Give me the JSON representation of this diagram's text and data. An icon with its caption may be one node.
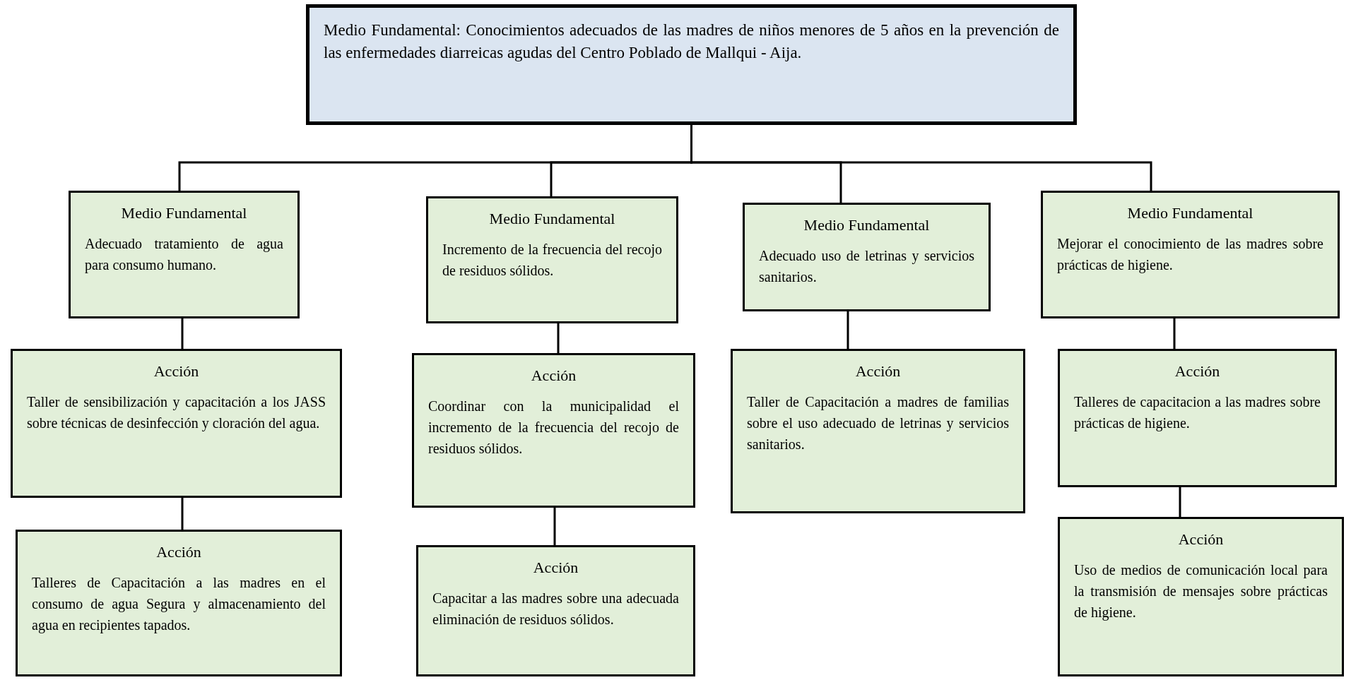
{
  "diagram": {
    "nodes": [
      {
        "text": [
          "Medio Fundamental: Conocimientos adecuados de las madres de niños menores de 5 años en la prevención de las enfermedades diarreicas agudas del Centro Poblado de Mallqui - Aija."
        ]
      },
      {
        "text": [
          "Medio Fundamental",
          "Adecuado tratamiento de agua para consumo humano."
        ]
      },
      {
        "text": [
          "Medio Fundamental",
          "Incremento de la frecuencia del recojo de residuos sólidos."
        ]
      },
      {
        "text": [
          "Medio Fundamental",
          "Adecuado uso de letrinas y servicios sanitarios."
        ]
      },
      {
        "text": [
          "Medio Fundamental",
          "Mejorar el conocimiento de las madres sobre prácticas de higiene."
        ]
      },
      {
        "text": [
          "Acción",
          "Taller de sensibilización y capacitación a los JASS sobre técnicas de desinfección y cloración del agua."
        ]
      },
      {
        "text": [
          "Acción",
          "Coordinar con la municipalidad el incremento de la frecuencia del recojo de residuos sólidos."
        ]
      },
      {
        "text": [
          "Acción",
          "Taller de Capacitación a madres de familias sobre el uso adecuado de letrinas y servicios sanitarios."
        ]
      },
      {
        "text": [
          "Acción",
          "Talleres de capacitacion a las madres sobre prácticas de higiene."
        ]
      },
      {
        "text": [
          "Acción",
          "Talleres de Capacitación a las madres en el consumo de agua Segura y almacenamiento del agua en recipientes tapados."
        ]
      },
      {
        "text": [
          "Acción",
          "Capacitar a las madres sobre una adecuada eliminación de residuos sólidos."
        ]
      },
      {
        "text": [
          "Acción",
          "Uso de medios de comunicación local para la transmisión de mensajes sobre prácticas de higiene."
        ]
      }
    ],
    "edges": [
      {
        "from": 0,
        "to": 1,
        "arrow": "none"
      },
      {
        "from": 0,
        "to": 2,
        "arrow": "none"
      },
      {
        "from": 0,
        "to": 3,
        "arrow": "none"
      },
      {
        "from": 0,
        "to": 4,
        "arrow": "none"
      },
      {
        "from": 1,
        "to": 5,
        "arrow": "none"
      },
      {
        "from": 2,
        "to": 6,
        "arrow": "none"
      },
      {
        "from": 3,
        "to": 7,
        "arrow": "none"
      },
      {
        "from": 4,
        "to": 8,
        "arrow": "none"
      },
      {
        "from": 5,
        "to": 9,
        "arrow": "none"
      },
      {
        "from": 6,
        "to": 10,
        "arrow": "none"
      },
      {
        "from": 8,
        "to": 11,
        "arrow": "none"
      }
    ]
  }
}
